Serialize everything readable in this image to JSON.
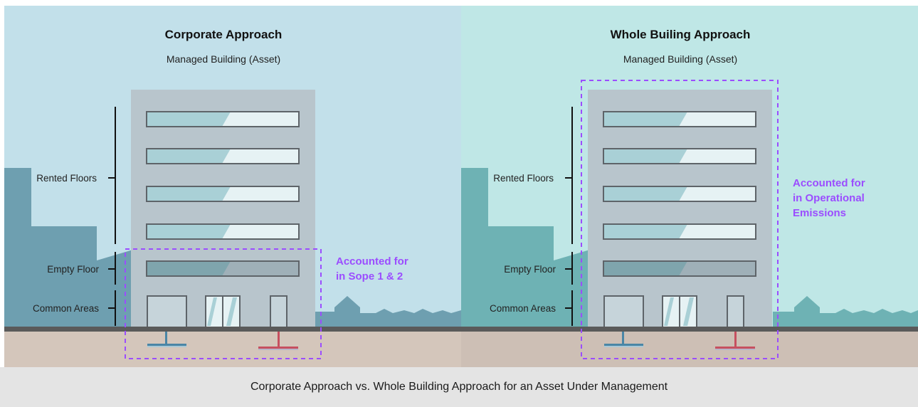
{
  "panels": [
    {
      "title": "Corporate Approach",
      "subtitle": "Managed Building (Asset)",
      "labels": {
        "rented": "Rented Floors",
        "empty": "Empty Floor",
        "common": "Common Areas"
      },
      "accounted": [
        "Accounted for",
        "in Sope 1 & 2"
      ]
    },
    {
      "title": "Whole Builing Approach",
      "subtitle": "Managed Building (Asset)",
      "labels": {
        "rented": "Rented Floors",
        "empty": "Empty Floor",
        "common": "Common Areas"
      },
      "accounted": [
        "Accounted for",
        "in Operational",
        "Emissions"
      ]
    }
  ],
  "caption": "Corporate Approach vs. Whole Building Approach for an Asset Under Management",
  "colors": {
    "sky_left": "#c2e0ea",
    "sky_right": "#bfe7e6",
    "ground_left": "#d4c6bb",
    "ground_right": "#cdbfb5",
    "city_left": "#6e9fb0",
    "city_right": "#6eb2b4",
    "building": "#b8c5cc",
    "accent": "#9b4dff"
  }
}
